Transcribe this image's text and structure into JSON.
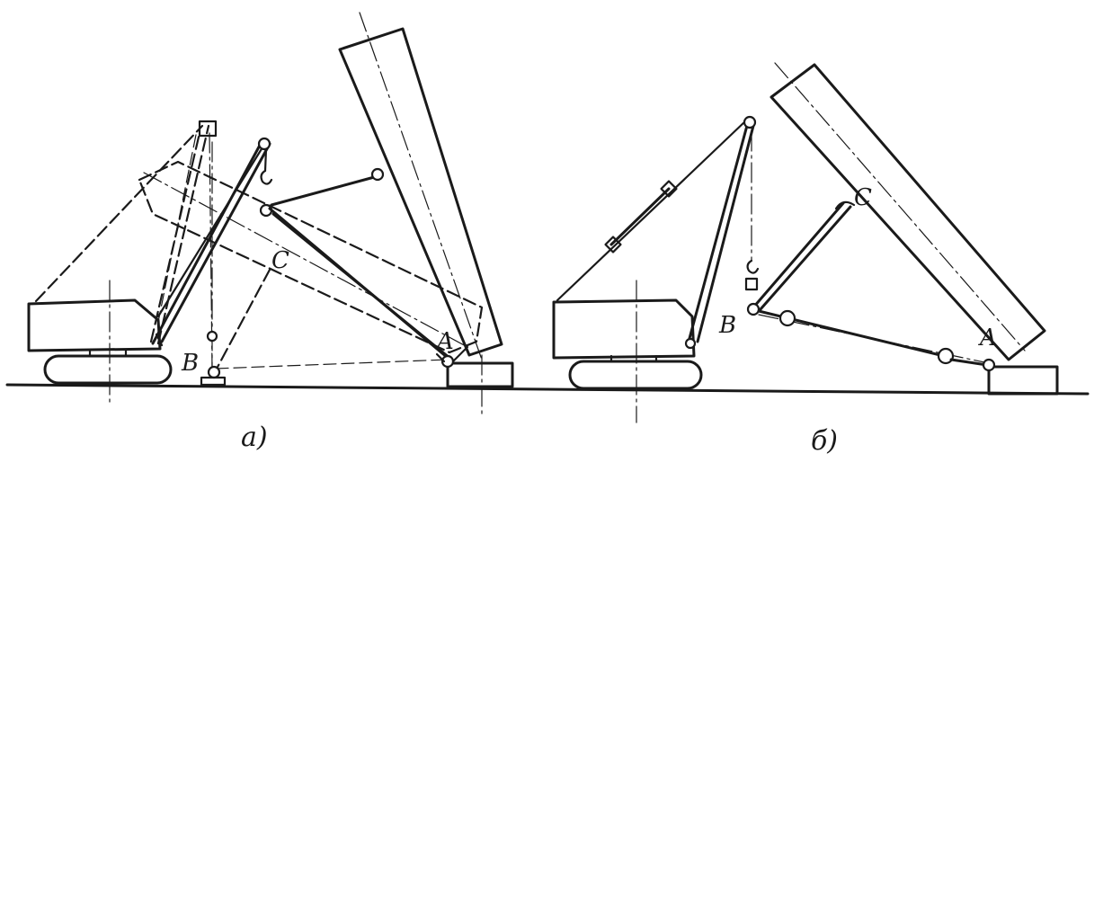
{
  "labels": {
    "a": {
      "point_b": "B",
      "point_c": "C",
      "point_a": "A",
      "caption": "a)"
    },
    "b": {
      "point_b": "B",
      "point_c": "C",
      "point_a": "A",
      "caption": "б)"
    }
  },
  "colors": {
    "ink": "#1a1a1a",
    "paper": "#ffffff"
  }
}
